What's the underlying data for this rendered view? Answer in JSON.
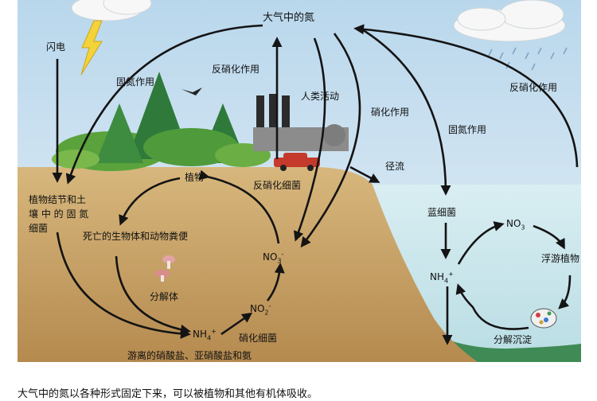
{
  "labels": {
    "atmosphere_n2": "大气中的氮",
    "lightning": "闪电",
    "fixation_left": "固氮作用",
    "denitrification_top": "反硝化作用",
    "human_activity": "人类活动",
    "nitrification_right": "硝化作用",
    "fixation_right": "固氮作用",
    "denitrification_right": "反硝化作用",
    "runoff": "径流",
    "plants": "植物",
    "denitrifying_bacteria": "反硝化细菌",
    "nodule_bacteria_1": "植物结节和土",
    "nodule_bacteria_2": "壤 中 的 固 氮",
    "nodule_bacteria_3": "细菌",
    "dead_organisms": "死亡的生物体和动物粪便",
    "decomposers": "分解体",
    "no3_soil": "NO",
    "no2_soil": "NO",
    "nh4_soil": "NH",
    "nitrifying_bacteria": "硝化细菌",
    "free_salts": "游离的硝酸盐、亚硝酸盐和氨",
    "cyanobacteria": "蓝细菌",
    "no3_water": "NO",
    "plankton": "浮游植物",
    "nh4_water": "NH",
    "sediment": "分解沉淀"
  },
  "caption": "大气中的氮以各种形式固定下来，可以被植物和其他有机体吸收。",
  "colors": {
    "sky": "#cfe3f1",
    "soil": "#c8a468",
    "water": "#cfe8ee",
    "arrow": "#141414"
  }
}
